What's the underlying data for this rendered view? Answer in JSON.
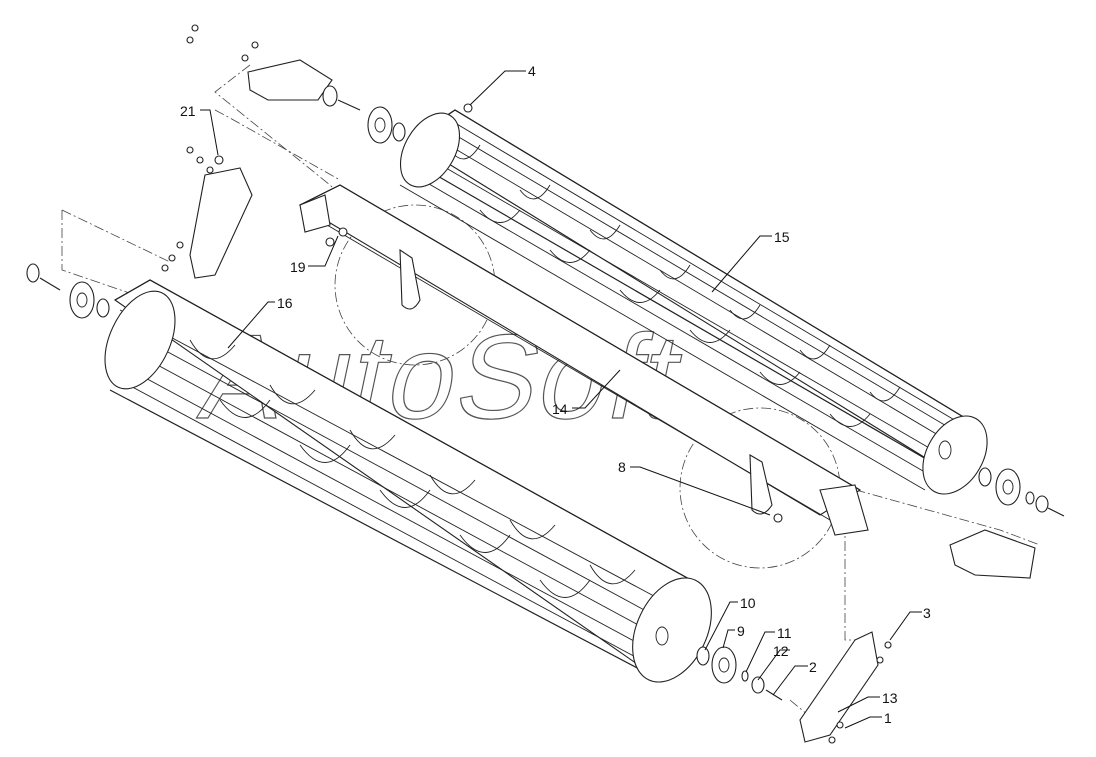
{
  "watermark": "AutoSoft",
  "callouts": [
    {
      "id": "c4",
      "label": "4"
    },
    {
      "id": "c21",
      "label": "21"
    },
    {
      "id": "c15",
      "label": "15"
    },
    {
      "id": "c19",
      "label": "19"
    },
    {
      "id": "c16",
      "label": "16"
    },
    {
      "id": "c14",
      "label": "14"
    },
    {
      "id": "c8",
      "label": "8"
    },
    {
      "id": "c10",
      "label": "10"
    },
    {
      "id": "c9",
      "label": "9"
    },
    {
      "id": "c11",
      "label": "11"
    },
    {
      "id": "c12",
      "label": "12"
    },
    {
      "id": "c2",
      "label": "2"
    },
    {
      "id": "c3",
      "label": "3"
    },
    {
      "id": "c13",
      "label": "13"
    },
    {
      "id": "c1",
      "label": "1"
    }
  ]
}
